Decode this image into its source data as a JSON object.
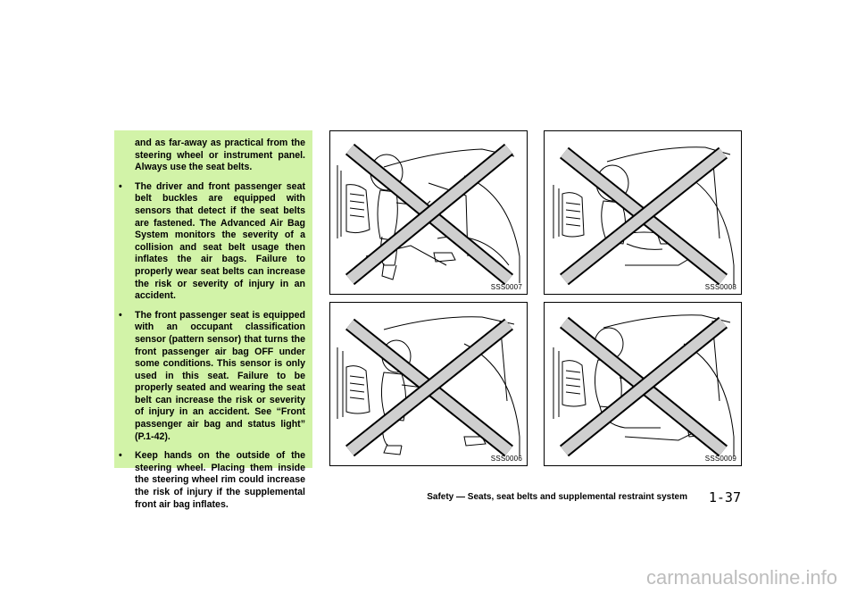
{
  "warning": {
    "intro": "and as far-away as practical from the steering wheel or instrument panel. Always use the seat belts.",
    "bullets": [
      "The driver and front passenger seat belt buckles are equipped with sensors that detect if the seat belts are fastened. The Advanced Air Bag System monitors the severity of a collision and seat belt usage then inflates the air bags. Failure to properly wear seat belts can increase the risk or severity of injury in an accident.",
      "The front passenger seat is equipped with an occupant classification sensor (pattern sensor) that turns the front passenger air bag OFF under some conditions. This sensor is only used in this seat. Failure to be properly seated and wearing the seat belt can increase the risk or severity of injury in an accident. See “Front passenger air bag and status light” (P.1-42).",
      "Keep hands on the outside of the steering wheel. Placing them inside the steering wheel rim could increase the risk of injury if the supplemental front air bag inflates."
    ],
    "bullet_symbol": "•",
    "background_color": "#d2f3a8"
  },
  "figures": [
    {
      "code": "SSS0007"
    },
    {
      "code": "SSS0008"
    },
    {
      "code": "SSS0006"
    },
    {
      "code": "SSS0009"
    }
  ],
  "footer": {
    "section_title": "Safety — Seats, seat belts and supplemental restraint system",
    "page_number": "1-37"
  },
  "watermark": "carmanualsonline.info"
}
